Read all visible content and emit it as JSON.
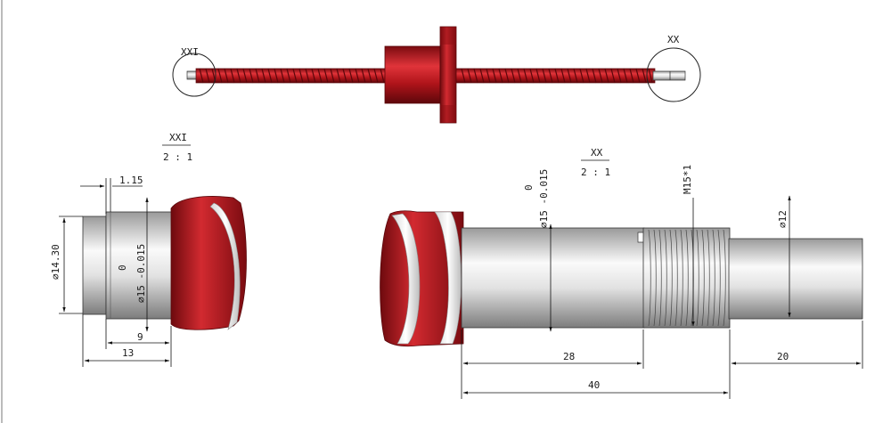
{
  "views": {
    "main": {
      "detail_left_label": "XXI",
      "detail_right_label": "XX"
    },
    "detail_xxi": {
      "title": "XXI",
      "scale": "2 : 1",
      "dims": {
        "chamfer": "1.15",
        "diameter_left": "⌀14.30",
        "tolerance_upper": "0",
        "tolerance_main": "⌀15 -0.015",
        "length_9": "9",
        "length_13": "13"
      }
    },
    "detail_xx": {
      "title": "XX",
      "scale": "2 : 1",
      "dims": {
        "tolerance_upper": "0",
        "tolerance_main": "⌀15 -0.015",
        "thread": "M15*1",
        "diameter_12": "⌀12",
        "length_28": "28",
        "length_20": "20",
        "length_40": "40"
      }
    }
  },
  "colors": {
    "thread_red": "#b0141a",
    "thread_dark": "#6e0a0e",
    "shaft_light": "#f2f2f2",
    "shaft_dark": "#8a8a8a"
  }
}
